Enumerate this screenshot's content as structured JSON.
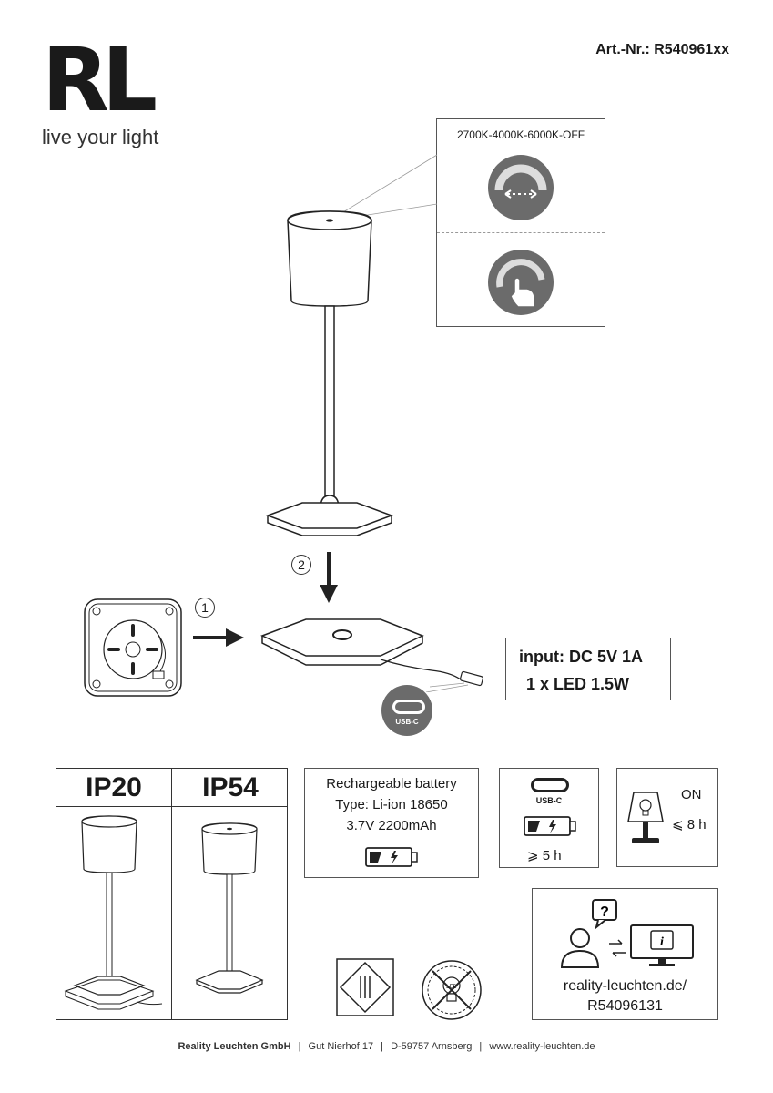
{
  "brand": {
    "logo_text": "RL",
    "tagline": "live your light"
  },
  "article": {
    "label": "Art.-Nr.:",
    "number": "R540961xx"
  },
  "touch_panel": {
    "modes": "2700K-4000K-6000K-OFF"
  },
  "steps": {
    "step1": "1",
    "step2": "2"
  },
  "specs": {
    "input": "input: DC 5V 1A",
    "led": "1 x LED 1.5W"
  },
  "usb_badge": "USB-C",
  "ip": {
    "ip20": "IP20",
    "ip54": "IP54"
  },
  "battery": {
    "title": "Rechargeable battery",
    "type": "Type: Li-ion 18650",
    "capacity": "3.7V 2200mAh"
  },
  "charging": {
    "usb_label": "USB-C",
    "time": "⩾ 5 h"
  },
  "runtime": {
    "state": "ON",
    "time": "⩽ 8 h"
  },
  "support": {
    "url": "reality-leuchten.de/",
    "code": "R54096131"
  },
  "footer": {
    "company": "Reality Leuchten GmbH",
    "address": "Gut Nierhof 17",
    "city": "D-59757 Arnsberg",
    "website": "www.reality-leuchten.de",
    "separator": "|"
  },
  "colors": {
    "ink": "#1a1a1a",
    "icon_gray": "#6b6b6b",
    "line": "#555555"
  }
}
